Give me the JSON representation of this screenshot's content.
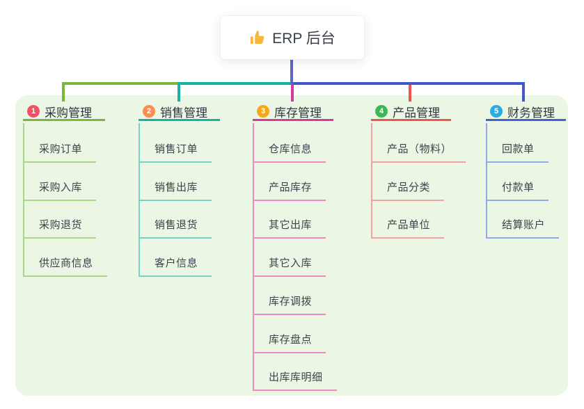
{
  "root": {
    "label": "ERP 后台",
    "icon": "thumbs-up"
  },
  "branches": [
    {
      "badge": "1",
      "title": "采购管理",
      "children": [
        "采购订单",
        "采购入库",
        "采购退货",
        "供应商信息"
      ],
      "colors": {
        "badge": "#f35068",
        "line": "#7cb73c",
        "child_line": "#a9d787"
      }
    },
    {
      "badge": "2",
      "title": "销售管理",
      "children": [
        "销售订单",
        "销售出库",
        "销售退货",
        "客户信息"
      ],
      "colors": {
        "badge": "#ff8c4d",
        "line": "#14b3a5",
        "child_line": "#77d1c4"
      }
    },
    {
      "badge": "3",
      "title": "库存管理",
      "children": [
        "仓库信息",
        "产品库存",
        "其它出库",
        "其它入库",
        "库存调拨",
        "库存盘点",
        "出库库明细"
      ],
      "colors": {
        "badge": "#f8a812",
        "line": "#d7399c",
        "child_line": "#f089c8"
      }
    },
    {
      "badge": "4",
      "title": "产品管理",
      "children": [
        "产品（物料）",
        "产品分类",
        "产品单位"
      ],
      "colors": {
        "badge": "#3cb656",
        "line": "#f0544f",
        "child_line": "#f5a0a0"
      }
    },
    {
      "badge": "5",
      "title": "财务管理",
      "children": [
        "回款单",
        "付款单",
        "结算账户"
      ],
      "colors": {
        "badge": "#2aabe2",
        "line": "#3f63d2",
        "child_line": "#92a9e8"
      }
    }
  ],
  "colors": {
    "canvas_background": "#ecf6e5",
    "root_connector": "#5b67c3",
    "trunk_right": "#4458c8",
    "icon_yellow": "#f5b83d",
    "text": "#3a4047"
  }
}
